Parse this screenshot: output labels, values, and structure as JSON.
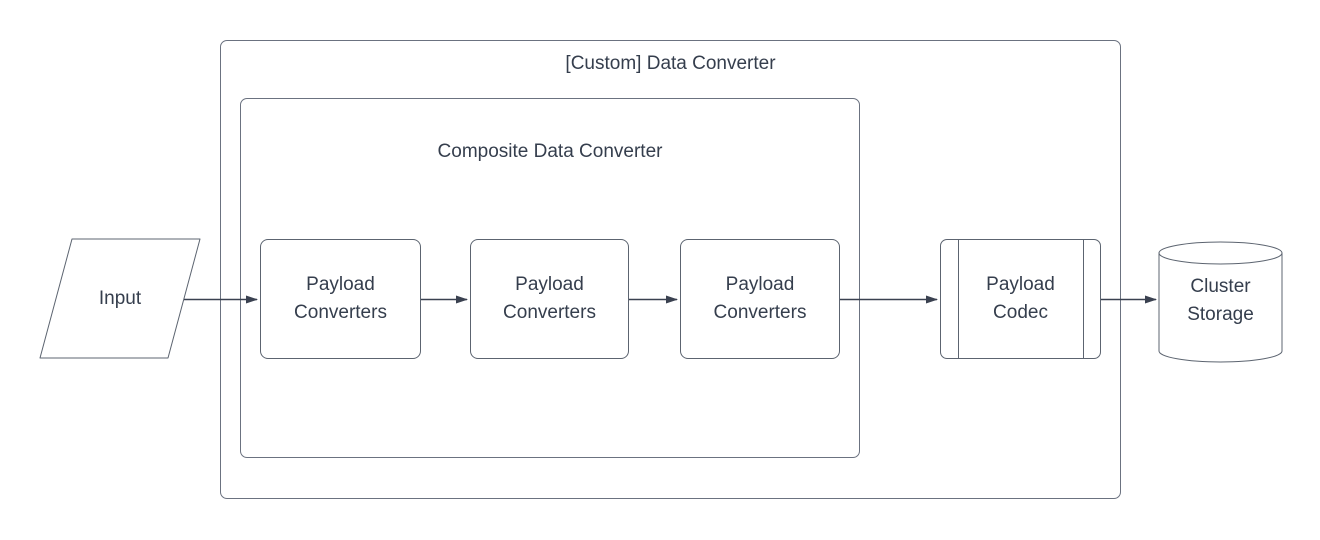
{
  "diagram": {
    "colors": {
      "background": "#ffffff",
      "shape_stroke": "#5C6470",
      "container_stroke": "#6B7280",
      "arrow": "#3A4150",
      "text": "#353E4D"
    },
    "containers": {
      "custom_data_converter": {
        "label": "[Custom] Data Converter"
      },
      "composite_data_converter": {
        "label": "Composite Data Converter"
      }
    },
    "nodes": {
      "input": {
        "label": "Input",
        "shape": "parallelogram"
      },
      "payload_converters_1": {
        "label": "Payload Converters",
        "shape": "rounded-rectangle"
      },
      "payload_converters_2": {
        "label": "Payload Converters",
        "shape": "rounded-rectangle"
      },
      "payload_converters_3": {
        "label": "Payload Converters",
        "shape": "rounded-rectangle"
      },
      "payload_codec": {
        "label": "Payload Codec",
        "shape": "predefined-process"
      },
      "cluster_storage": {
        "label": "Cluster Storage",
        "shape": "cylinder"
      }
    },
    "edges": [
      {
        "from": "input",
        "to": "payload_converters_1"
      },
      {
        "from": "payload_converters_1",
        "to": "payload_converters_2"
      },
      {
        "from": "payload_converters_2",
        "to": "payload_converters_3"
      },
      {
        "from": "payload_converters_3",
        "to": "payload_codec"
      },
      {
        "from": "payload_codec",
        "to": "cluster_storage"
      }
    ]
  }
}
